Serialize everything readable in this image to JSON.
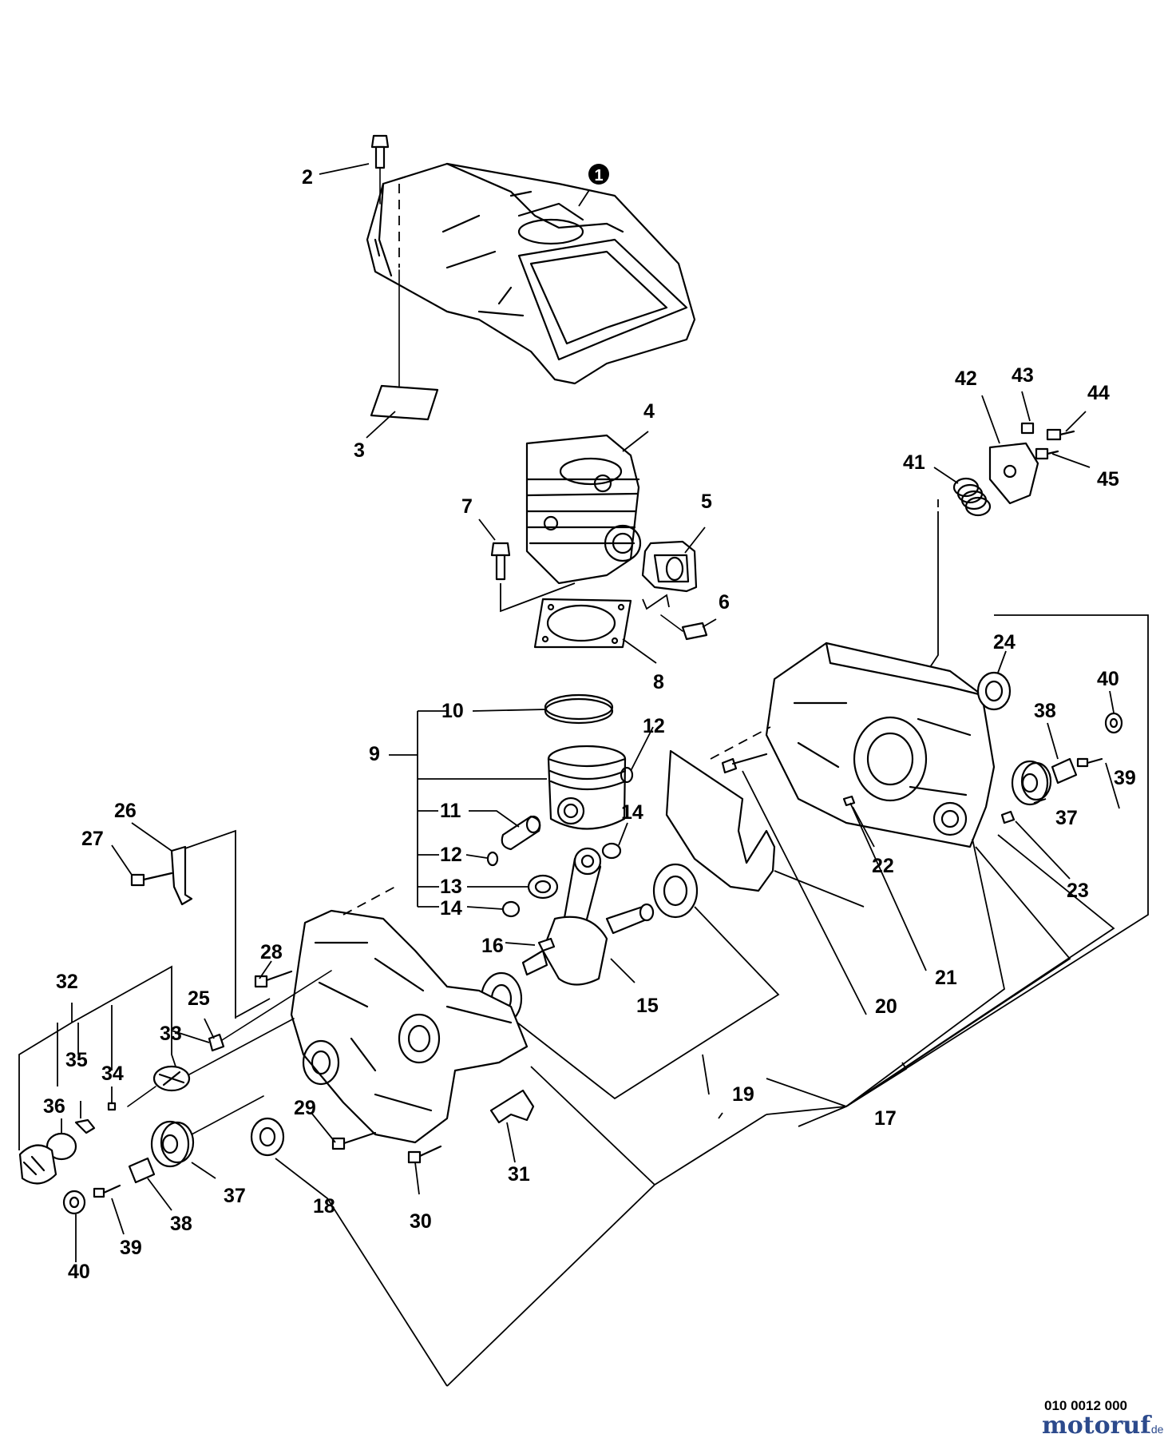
{
  "diagram": {
    "part_numbers": [
      "1",
      "2",
      "3",
      "4",
      "5",
      "6",
      "7",
      "8",
      "9",
      "10",
      "11",
      "12",
      "12",
      "13",
      "14",
      "14",
      "15",
      "16",
      "17",
      "18",
      "19",
      "20",
      "21",
      "22",
      "23",
      "24",
      "25",
      "26",
      "27",
      "28",
      "29",
      "30",
      "31",
      "32",
      "33",
      "34",
      "35",
      "36",
      "37",
      "37",
      "38",
      "38",
      "39",
      "39",
      "40",
      "40",
      "41",
      "42",
      "43",
      "44",
      "45"
    ],
    "drawing_code": "010 0012 000",
    "brand_text": "motoruf",
    "brand_suffix": ".de"
  }
}
